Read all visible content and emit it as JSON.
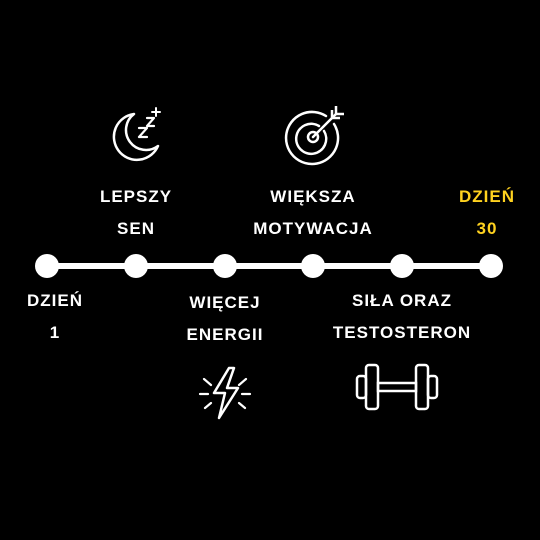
{
  "start": {
    "line1": "DZIEŃ",
    "line2": "1"
  },
  "end": {
    "line1": "DZIEŃ",
    "line2": "30",
    "color": "#ffd21f"
  },
  "milestones": [
    {
      "line1": "LEPSZY",
      "line2": "SEN",
      "icon": "moon-sleep-icon"
    },
    {
      "line1": "WIĘCEJ",
      "line2": "ENERGII",
      "icon": "lightning-icon"
    },
    {
      "line1": "WIĘKSZA",
      "line2": "MOTYWACJA",
      "icon": "target-arrow-icon"
    },
    {
      "line1": "SIŁA ORAZ",
      "line2": "TESTOSTERON",
      "icon": "dumbbell-icon"
    }
  ],
  "colors": {
    "background": "#000000",
    "line": "#ffffff",
    "text": "#ffffff",
    "accent": "#ffd21f"
  }
}
